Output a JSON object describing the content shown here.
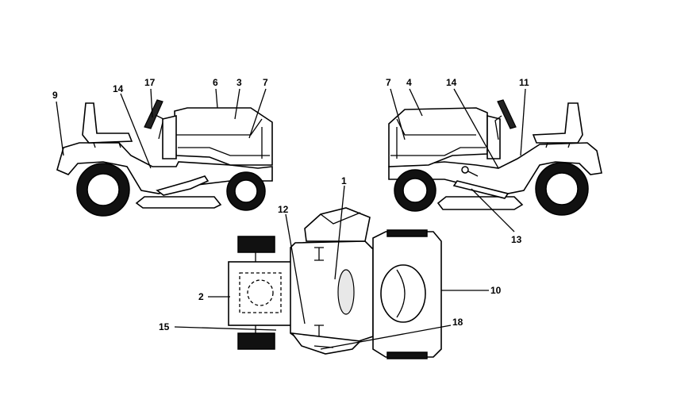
{
  "labels": {
    "l1": "1",
    "l2": "2",
    "l3": "3",
    "l4": "4",
    "l6": "6",
    "l7a": "7",
    "l7b": "7",
    "l9": "9",
    "l10": "10",
    "l11": "11",
    "l12": "12",
    "l13": "13",
    "l14a": "14",
    "l14b": "14",
    "l15": "15",
    "l17": "17",
    "l18": "18"
  }
}
